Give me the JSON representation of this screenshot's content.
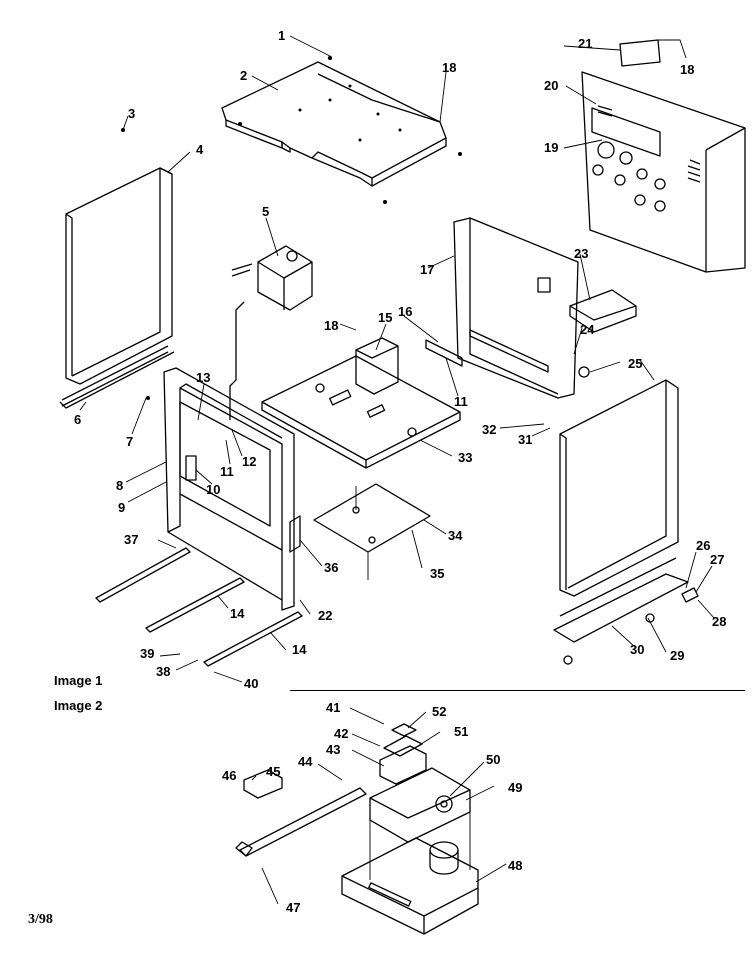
{
  "labels": {
    "image1": "Image 1",
    "image2": "Image 2",
    "date_code": "3/98"
  },
  "callouts": [
    {
      "id": "c1",
      "text": "1"
    },
    {
      "id": "c2",
      "text": "2"
    },
    {
      "id": "c3",
      "text": "3"
    },
    {
      "id": "c4",
      "text": "4"
    },
    {
      "id": "c5",
      "text": "5"
    },
    {
      "id": "c6",
      "text": "6"
    },
    {
      "id": "c7",
      "text": "7"
    },
    {
      "id": "c8",
      "text": "8"
    },
    {
      "id": "c9",
      "text": "9"
    },
    {
      "id": "c10",
      "text": "10"
    },
    {
      "id": "c11a",
      "text": "11"
    },
    {
      "id": "c11b",
      "text": "11"
    },
    {
      "id": "c12",
      "text": "12"
    },
    {
      "id": "c13",
      "text": "13"
    },
    {
      "id": "c14a",
      "text": "14"
    },
    {
      "id": "c14b",
      "text": "14"
    },
    {
      "id": "c15",
      "text": "15"
    },
    {
      "id": "c16",
      "text": "16"
    },
    {
      "id": "c17",
      "text": "17"
    },
    {
      "id": "c18a",
      "text": "18"
    },
    {
      "id": "c18b",
      "text": "18"
    },
    {
      "id": "c18c",
      "text": "18"
    },
    {
      "id": "c19",
      "text": "19"
    },
    {
      "id": "c20",
      "text": "20"
    },
    {
      "id": "c21",
      "text": "21"
    },
    {
      "id": "c22",
      "text": "22"
    },
    {
      "id": "c23",
      "text": "23"
    },
    {
      "id": "c24",
      "text": "24"
    },
    {
      "id": "c25",
      "text": "25"
    },
    {
      "id": "c26",
      "text": "26"
    },
    {
      "id": "c27",
      "text": "27"
    },
    {
      "id": "c28",
      "text": "28"
    },
    {
      "id": "c29",
      "text": "29"
    },
    {
      "id": "c30",
      "text": "30"
    },
    {
      "id": "c31",
      "text": "31"
    },
    {
      "id": "c32",
      "text": "32"
    },
    {
      "id": "c33",
      "text": "33"
    },
    {
      "id": "c34",
      "text": "34"
    },
    {
      "id": "c35",
      "text": "35"
    },
    {
      "id": "c36",
      "text": "36"
    },
    {
      "id": "c37",
      "text": "37"
    },
    {
      "id": "c38",
      "text": "38"
    },
    {
      "id": "c39",
      "text": "39"
    },
    {
      "id": "c40",
      "text": "40"
    },
    {
      "id": "c41",
      "text": "41"
    },
    {
      "id": "c42",
      "text": "42"
    },
    {
      "id": "c43",
      "text": "43"
    },
    {
      "id": "c44",
      "text": "44"
    },
    {
      "id": "c45",
      "text": "45"
    },
    {
      "id": "c46",
      "text": "46"
    },
    {
      "id": "c47",
      "text": "47"
    },
    {
      "id": "c48",
      "text": "48"
    },
    {
      "id": "c49",
      "text": "49"
    },
    {
      "id": "c50",
      "text": "50"
    },
    {
      "id": "c51",
      "text": "51"
    },
    {
      "id": "c52",
      "text": "52"
    }
  ]
}
